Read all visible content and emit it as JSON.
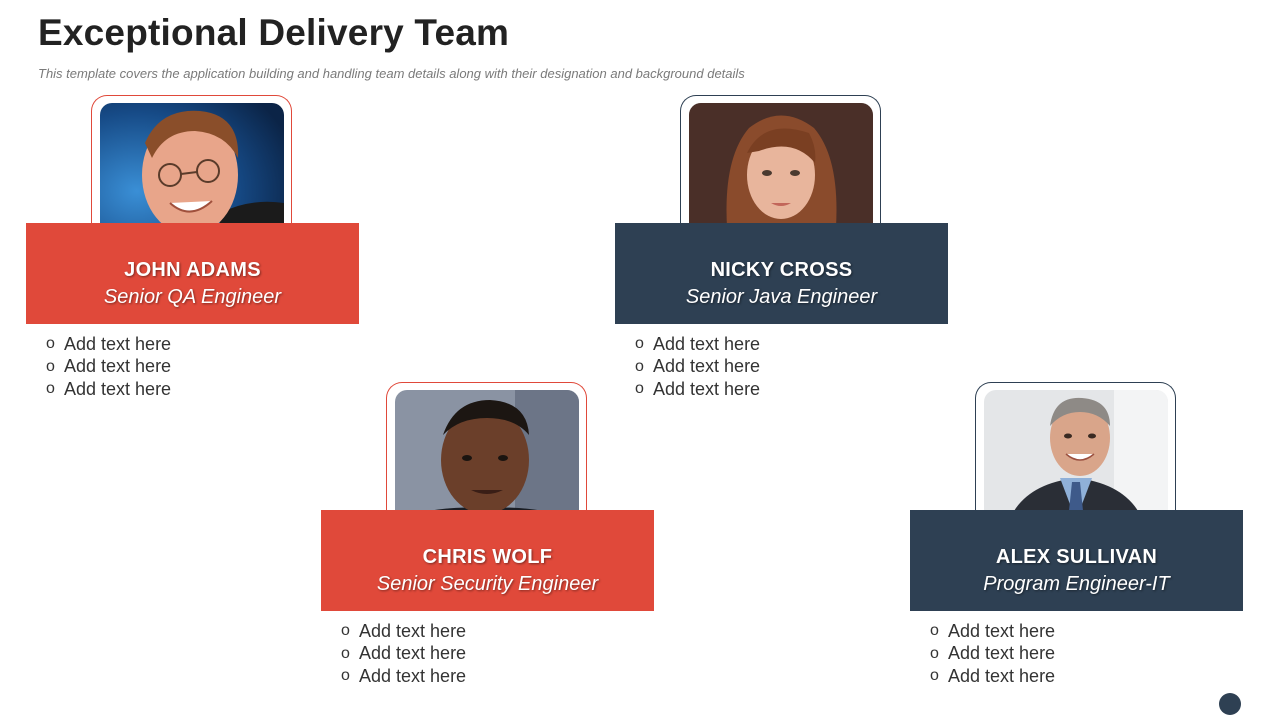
{
  "page": {
    "title": "Exceptional Delivery Team",
    "subtitle": "This template covers the application building and handling team details along with their designation and background details"
  },
  "colors": {
    "accent_red": "#e0493a",
    "accent_navy": "#2e4053"
  },
  "members": [
    {
      "name": "JOHN ADAMS",
      "role": "Senior QA Engineer",
      "theme": "red",
      "bullets": [
        "Add text here",
        "Add text here",
        "Add text here"
      ]
    },
    {
      "name": "NICKY CROSS",
      "role": "Senior Java Engineer",
      "theme": "navy",
      "bullets": [
        "Add text here",
        "Add text here",
        "Add text here"
      ]
    },
    {
      "name": "CHRIS WOLF",
      "role": "Senior Security Engineer",
      "theme": "red",
      "bullets": [
        "Add text here",
        "Add text here",
        "Add text here"
      ]
    },
    {
      "name": "ALEX SULLIVAN",
      "role": "Program  Engineer-IT",
      "theme": "navy",
      "bullets": [
        "Add text here",
        "Add text here",
        "Add text here"
      ]
    }
  ],
  "bullet_symbol": "o"
}
